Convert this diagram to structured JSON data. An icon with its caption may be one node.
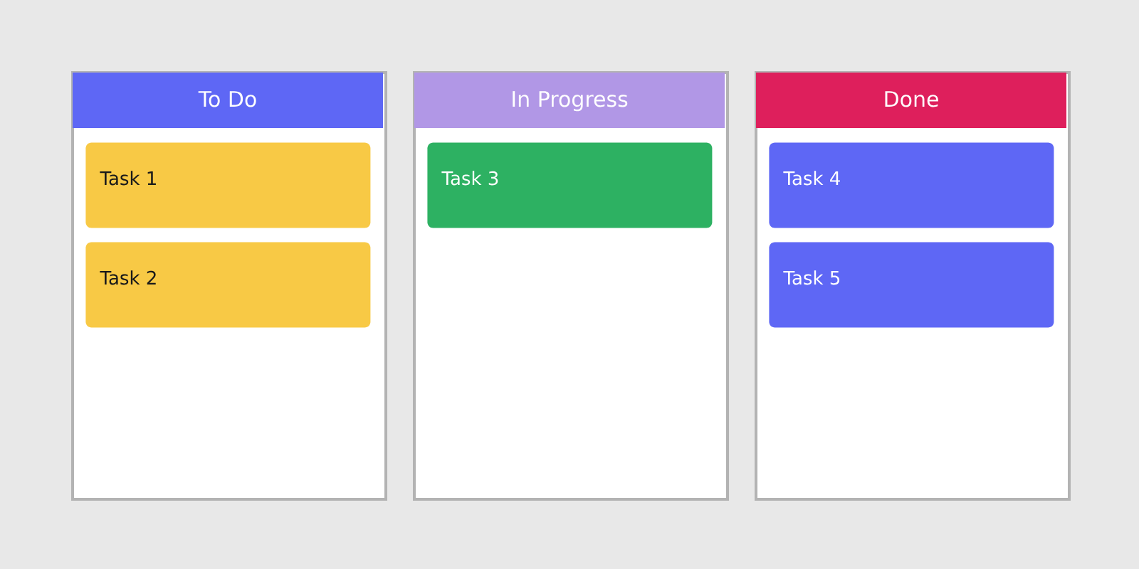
{
  "diagram": {
    "nodes": [
      {
        "text": [
          "To Do"
        ]
      },
      {
        "text": [
          "Task 1"
        ],
        "in": 0
      },
      {
        "text": [
          "Task 2"
        ],
        "in": 0
      },
      {
        "text": [
          "In Progress"
        ]
      },
      {
        "text": [
          "Task 3"
        ],
        "in": 3
      },
      {
        "text": [
          "Done"
        ]
      },
      {
        "text": [
          "Task 4"
        ],
        "in": 5
      },
      {
        "text": [
          "Task 5"
        ],
        "in": 5
      }
    ]
  }
}
